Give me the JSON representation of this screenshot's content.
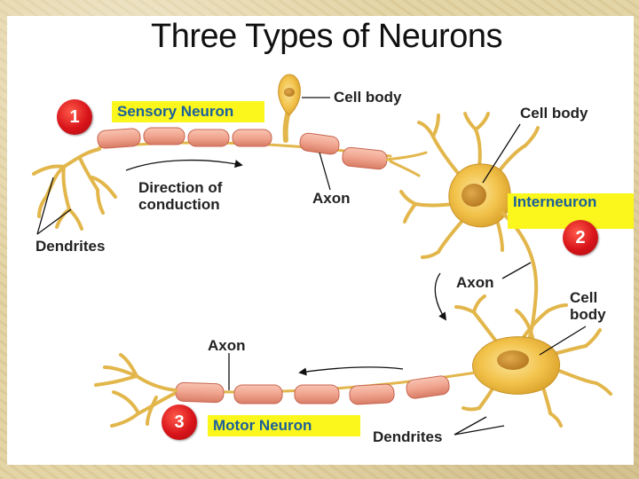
{
  "title": "Three Types of Neurons",
  "neurons": {
    "sensory": {
      "number": "1",
      "name": "Sensory Neuron"
    },
    "inter": {
      "number": "2",
      "name": "Interneuron"
    },
    "motor": {
      "number": "3",
      "name": "Motor Neuron"
    }
  },
  "labels": {
    "cell_body_1": "Cell body",
    "cell_body_2": "Cell body",
    "cell_body_3_line1": "Cell",
    "cell_body_3_line2": "body",
    "axon_1": "Axon",
    "axon_2": "Axon",
    "axon_3": "Axon",
    "dendrites_1": "Dendrites",
    "dendrites_2": "Dendrites",
    "direction_line1": "Direction of",
    "direction_line2": "conduction"
  },
  "colors": {
    "axon_segment": "#f0a48e",
    "cell_body": "#f2c24a",
    "badge": "#d8141a",
    "highlight": "#fbf61c",
    "highlight_text": "#1a5f9a"
  }
}
